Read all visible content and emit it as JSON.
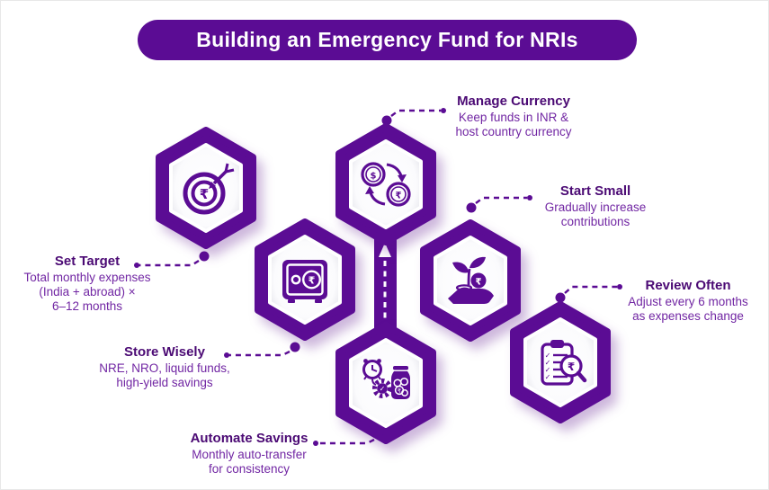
{
  "title": "Building an Emergency Fund for NRIs",
  "colors": {
    "primary_purple": "#5B0C94",
    "heading_text": "#4B0A74",
    "body_text": "#7126A3",
    "banner_bg": "#5B0C94",
    "banner_text": "#FFFFFF",
    "hexagon_fill": "#FFFFFF"
  },
  "glyphs": {
    "rupee": "₹",
    "dollar": "$",
    "check": "✓"
  },
  "steps": [
    {
      "id": "set-target",
      "title": "Set Target",
      "line1": "Total monthly expenses",
      "line2": "(India + abroad) ×",
      "line3": "6–12 months",
      "icon": "target-dart-icon"
    },
    {
      "id": "store-wisely",
      "title": "Store Wisely",
      "line1": "NRE, NRO, liquid funds,",
      "line2": "high-yield savings",
      "icon": "safe-vault-icon"
    },
    {
      "id": "automate-savings",
      "title": "Automate Savings",
      "line1": "Monthly auto-transfer",
      "line2": "for consistency",
      "icon": "alarm-gear-coin-jar-icon"
    },
    {
      "id": "manage-currency",
      "title": "Manage Currency",
      "line1": "Keep funds in INR &",
      "line2": "host country currency",
      "icon": "currency-exchange-icon"
    },
    {
      "id": "start-small",
      "title": "Start Small",
      "line1": "Gradually increase",
      "line2": "contributions",
      "icon": "hand-plant-coin-icon"
    },
    {
      "id": "review-often",
      "title": "Review Often",
      "line1": "Adjust every 6 months",
      "line2": "as expenses change",
      "icon": "clipboard-magnifier-icon"
    }
  ]
}
